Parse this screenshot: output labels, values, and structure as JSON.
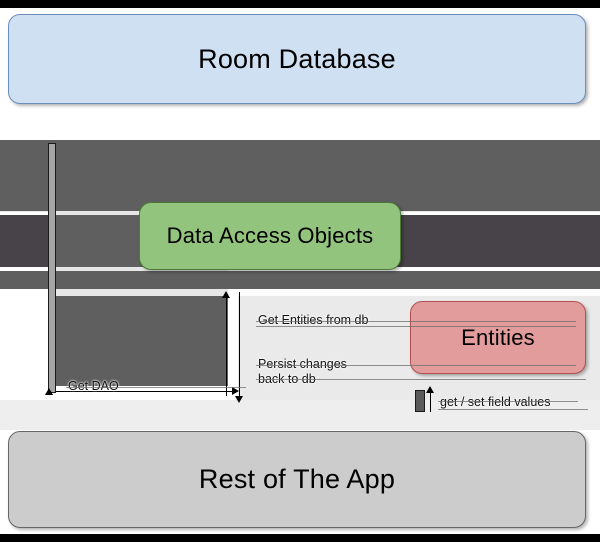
{
  "diagram": {
    "type": "sequence-diagram",
    "title_implied": "Room Database architecture",
    "participants": [
      {
        "id": "room",
        "label": "Room Database",
        "fill": "#cfe0f3",
        "stroke": "#6c8ebf"
      },
      {
        "id": "dao",
        "label": "Data Access Objects",
        "fill": "#93c47d",
        "stroke": "#4e7a38"
      },
      {
        "id": "entities",
        "label": "Entities",
        "fill": "#e39c9c",
        "stroke": "#b25050"
      },
      {
        "id": "rest",
        "label": "Rest of The App",
        "fill": "#cccccc",
        "stroke": "#666666"
      }
    ],
    "messages": [
      {
        "id": "get-dao",
        "label": "Get DAO",
        "direction": "right"
      },
      {
        "id": "get-entities",
        "label": "Get Entities from db",
        "direction": "up"
      },
      {
        "id": "persist-changes",
        "label": "Persist changes\nback to db",
        "direction": "down"
      },
      {
        "id": "get-set-fields",
        "label": "get / set field values",
        "direction": "up"
      }
    ],
    "colors": {
      "background": "#ffffff",
      "band_gray": "#5f5f5f",
      "band_dark": "#474349",
      "panel_light": "#eaeaea",
      "edge_strip": "#000000",
      "activation": "#a6a6a6",
      "line": "#000000"
    }
  }
}
